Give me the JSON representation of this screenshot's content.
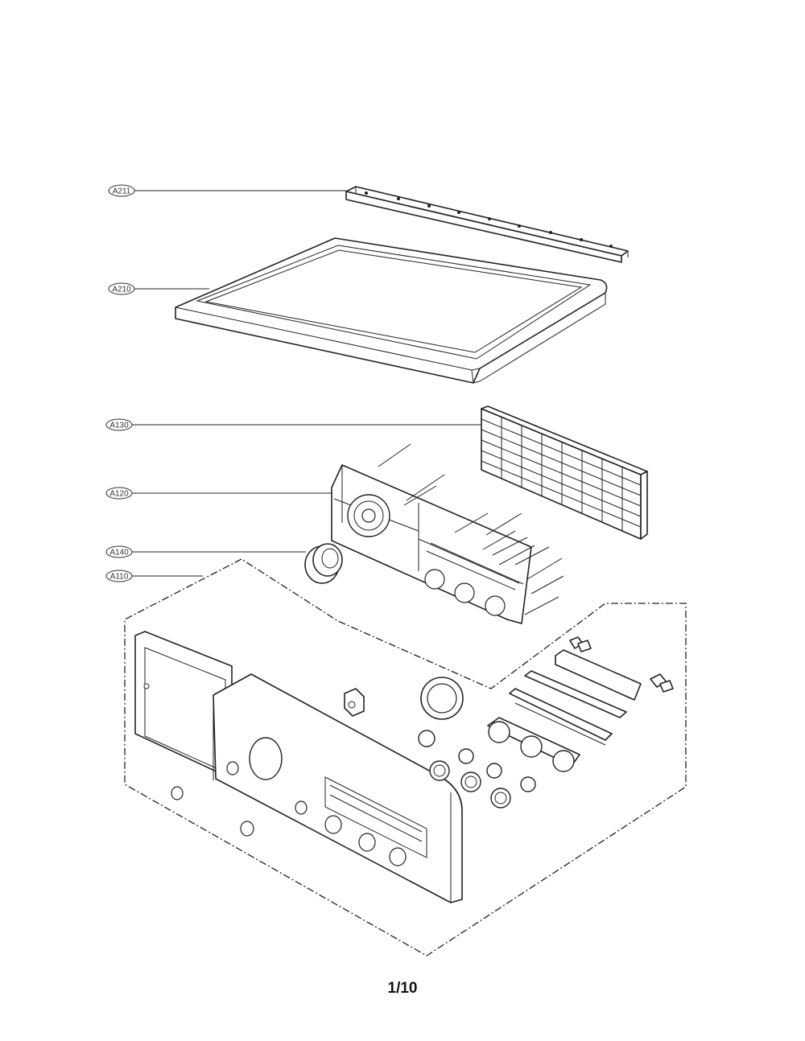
{
  "callouts": [
    {
      "id": "A211",
      "label": "A211"
    },
    {
      "id": "A210",
      "label": "A210"
    },
    {
      "id": "A130",
      "label": "A130"
    },
    {
      "id": "A120",
      "label": "A120"
    },
    {
      "id": "A140",
      "label": "A140"
    },
    {
      "id": "A110",
      "label": "A110"
    }
  ],
  "page_number": "1/10"
}
